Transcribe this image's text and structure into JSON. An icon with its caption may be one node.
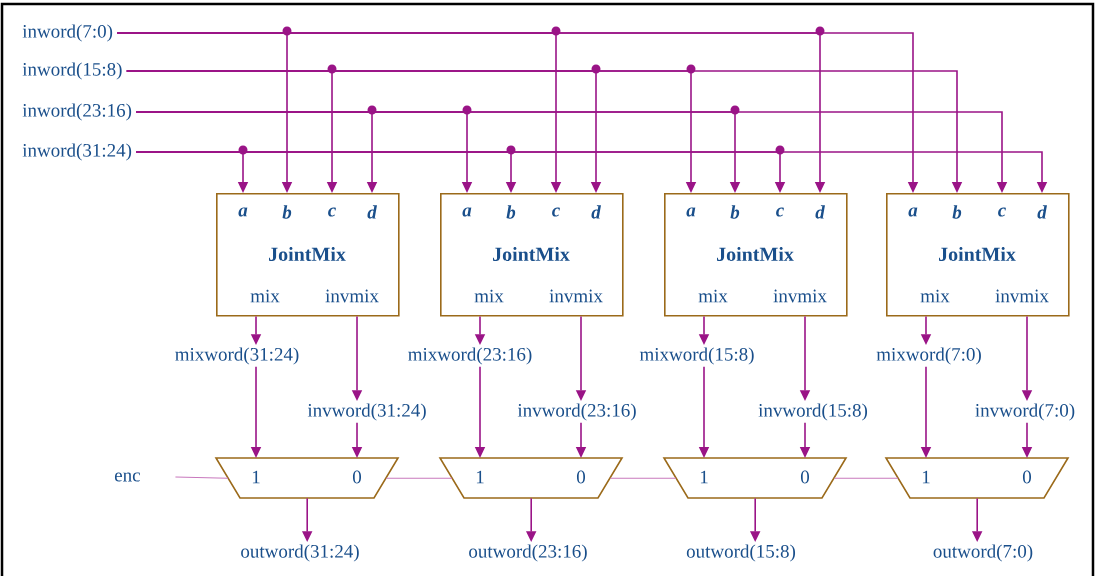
{
  "diagram": {
    "nodes": [
      {
        "text": [
          "inword(7:0)"
        ]
      },
      {
        "text": [
          "inword(15:8)"
        ]
      },
      {
        "text": [
          "inword(23:16)"
        ]
      },
      {
        "text": [
          "inword(31:24)"
        ]
      },
      {
        "text": [
          "a",
          "b",
          "c",
          "d",
          "JointMix",
          "mix",
          "invmix"
        ]
      },
      {
        "text": [
          "a",
          "b",
          "c",
          "d",
          "JointMix",
          "mix",
          "invmix"
        ]
      },
      {
        "text": [
          "a",
          "b",
          "c",
          "d",
          "JointMix",
          "mix",
          "invmix"
        ]
      },
      {
        "text": [
          "a",
          "b",
          "c",
          "d",
          "JointMix",
          "mix",
          "invmix"
        ]
      },
      {
        "text": [
          "mixword(31:24)"
        ]
      },
      {
        "text": [
          "mixword(23:16)"
        ]
      },
      {
        "text": [
          "mixword(15:8)"
        ]
      },
      {
        "text": [
          "mixword(7:0)"
        ]
      },
      {
        "text": [
          "invword(31:24)"
        ]
      },
      {
        "text": [
          "invword(23:16)"
        ]
      },
      {
        "text": [
          "invword(15:8)"
        ]
      },
      {
        "text": [
          "invword(7:0)"
        ]
      },
      {
        "text": [
          "enc"
        ]
      },
      {
        "text": [
          "1",
          "0"
        ]
      },
      {
        "text": [
          "1",
          "0"
        ]
      },
      {
        "text": [
          "1",
          "0"
        ]
      },
      {
        "text": [
          "1",
          "0"
        ]
      },
      {
        "text": [
          "outword(31:24)"
        ]
      },
      {
        "text": [
          "outword(23:16)"
        ]
      },
      {
        "text": [
          "outword(15:8)"
        ]
      },
      {
        "text": [
          "outword(7:0)"
        ]
      }
    ],
    "edges": [
      {
        "from": 3,
        "to": 4,
        "arrow": "to"
      },
      {
        "from": 0,
        "to": 4,
        "arrow": "to"
      },
      {
        "from": 1,
        "to": 4,
        "arrow": "to"
      },
      {
        "from": 2,
        "to": 4,
        "arrow": "to"
      },
      {
        "from": 2,
        "to": 5,
        "arrow": "to"
      },
      {
        "from": 3,
        "to": 5,
        "arrow": "to"
      },
      {
        "from": 0,
        "to": 5,
        "arrow": "to"
      },
      {
        "from": 1,
        "to": 5,
        "arrow": "to"
      },
      {
        "from": 1,
        "to": 6,
        "arrow": "to"
      },
      {
        "from": 2,
        "to": 6,
        "arrow": "to"
      },
      {
        "from": 3,
        "to": 6,
        "arrow": "to"
      },
      {
        "from": 0,
        "to": 6,
        "arrow": "to"
      },
      {
        "from": 0,
        "to": 7,
        "arrow": "to"
      },
      {
        "from": 1,
        "to": 7,
        "arrow": "to"
      },
      {
        "from": 2,
        "to": 7,
        "arrow": "to"
      },
      {
        "from": 3,
        "to": 7,
        "arrow": "to"
      },
      {
        "from": 4,
        "to": 8,
        "arrow": "to"
      },
      {
        "from": 4,
        "to": 12,
        "arrow": "to"
      },
      {
        "from": 8,
        "to": 17,
        "arrow": "to"
      },
      {
        "from": 12,
        "to": 17,
        "arrow": "to"
      },
      {
        "from": 17,
        "to": 21,
        "arrow": "to"
      },
      {
        "from": 5,
        "to": 9,
        "arrow": "to"
      },
      {
        "from": 5,
        "to": 13,
        "arrow": "to"
      },
      {
        "from": 9,
        "to": 18,
        "arrow": "to"
      },
      {
        "from": 13,
        "to": 18,
        "arrow": "to"
      },
      {
        "from": 18,
        "to": 22,
        "arrow": "to"
      },
      {
        "from": 6,
        "to": 10,
        "arrow": "to"
      },
      {
        "from": 6,
        "to": 14,
        "arrow": "to"
      },
      {
        "from": 10,
        "to": 19,
        "arrow": "to"
      },
      {
        "from": 14,
        "to": 19,
        "arrow": "to"
      },
      {
        "from": 19,
        "to": 23,
        "arrow": "to"
      },
      {
        "from": 7,
        "to": 11,
        "arrow": "to"
      },
      {
        "from": 7,
        "to": 15,
        "arrow": "to"
      },
      {
        "from": 11,
        "to": 20,
        "arrow": "to"
      },
      {
        "from": 15,
        "to": 20,
        "arrow": "to"
      },
      {
        "from": 20,
        "to": 24,
        "arrow": "to"
      },
      {
        "from": 16,
        "to": 17,
        "arrow": "none",
        "color": "#c878bd"
      },
      {
        "from": 17,
        "to": 18,
        "arrow": "none",
        "color": "#c878bd"
      },
      {
        "from": 18,
        "to": 19,
        "arrow": "none",
        "color": "#c878bd"
      },
      {
        "from": 19,
        "to": 20,
        "arrow": "none",
        "color": "#c878bd"
      }
    ]
  }
}
